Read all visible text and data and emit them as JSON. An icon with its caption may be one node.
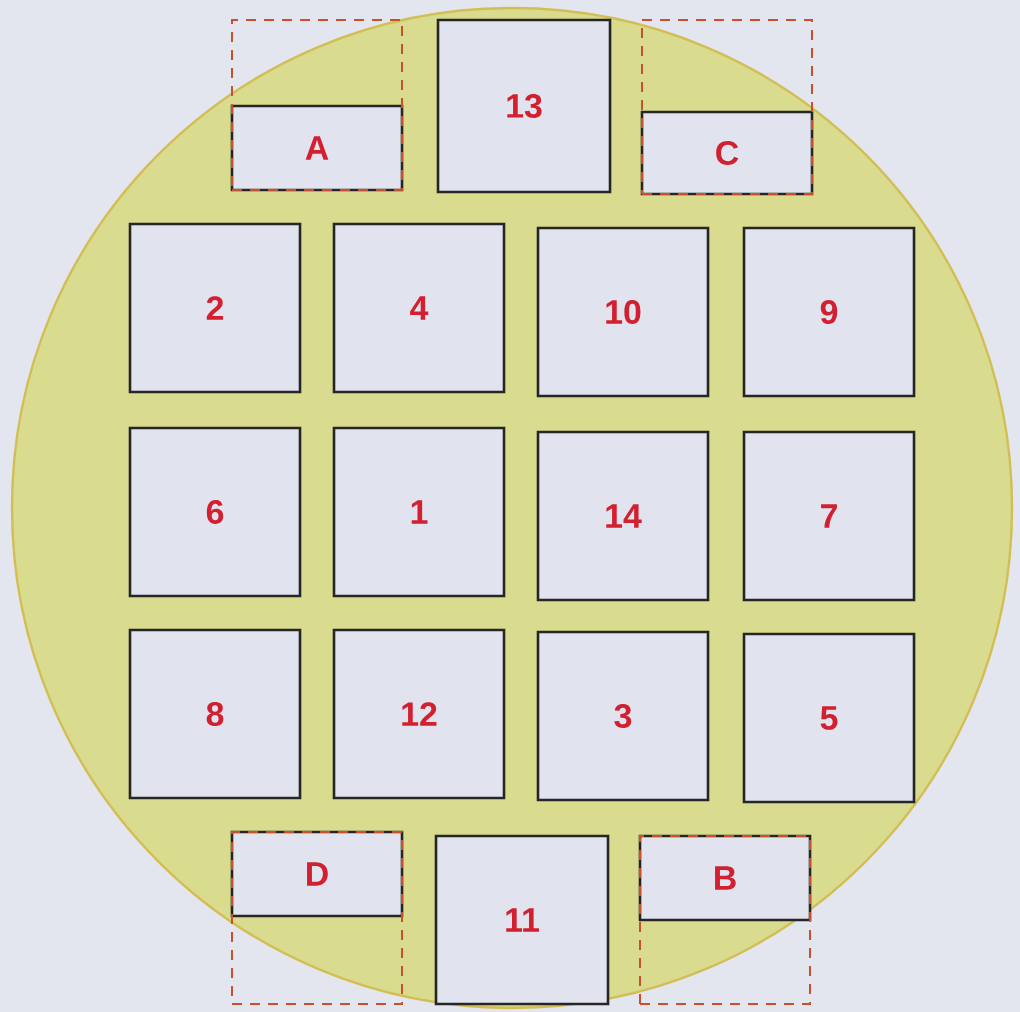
{
  "diagram": {
    "nodes": [
      {
        "text": [],
        "shape": "box"
      },
      {
        "text": [
          "A"
        ],
        "in": 0
      },
      {
        "text": [
          "13"
        ]
      },
      {
        "text": [],
        "shape": "box"
      },
      {
        "text": [
          "C"
        ],
        "in": 3
      },
      {
        "text": [
          "2"
        ]
      },
      {
        "text": [
          "4"
        ]
      },
      {
        "text": [
          "10"
        ]
      },
      {
        "text": [
          "9"
        ]
      },
      {
        "text": [
          "6"
        ]
      },
      {
        "text": [
          "1"
        ]
      },
      {
        "text": [
          "14"
        ]
      },
      {
        "text": [
          "7"
        ]
      },
      {
        "text": [
          "8"
        ]
      },
      {
        "text": [
          "12"
        ]
      },
      {
        "text": [
          "3"
        ]
      },
      {
        "text": [
          "5"
        ]
      },
      {
        "text": [],
        "shape": "box"
      },
      {
        "text": [
          "D"
        ],
        "in": 17
      },
      {
        "text": [
          "11"
        ]
      },
      {
        "text": [],
        "shape": "box"
      },
      {
        "text": [
          "B"
        ],
        "in": 20
      }
    ]
  }
}
